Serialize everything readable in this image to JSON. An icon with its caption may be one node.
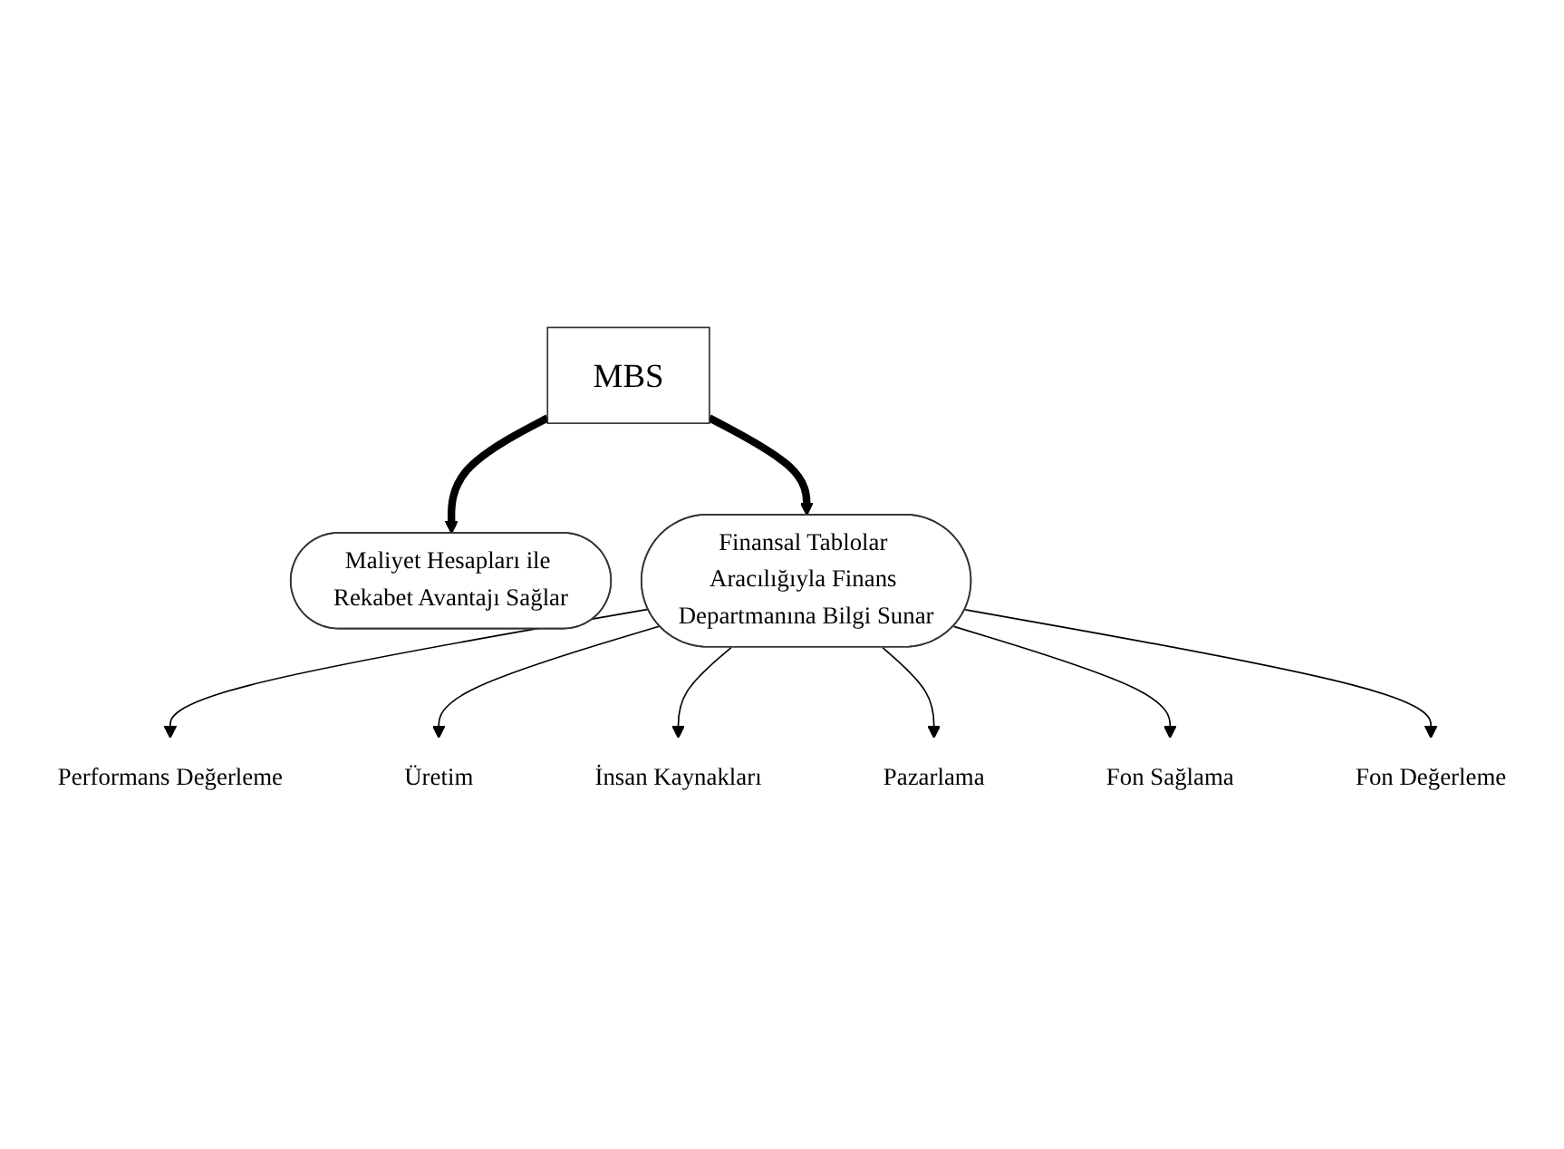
{
  "diagram": {
    "nodes": [
      {
        "text": [
          "MBS"
        ]
      },
      {
        "text": [
          "Maliyet Hesapları ile Rekabet Avantajı Sağlar"
        ]
      },
      {
        "text": [
          "Finansal Tablolar Aracılığıyla Finans Departmanına Bilgi Sunar"
        ]
      },
      {
        "text": [
          "Performans Değerleme"
        ]
      },
      {
        "text": [
          "Üretim"
        ]
      },
      {
        "text": [
          "İnsan Kaynakları"
        ]
      },
      {
        "text": [
          "Pazarlama"
        ]
      },
      {
        "text": [
          "Fon Sağlama"
        ]
      },
      {
        "text": [
          "Fon Değerleme"
        ]
      }
    ],
    "edges": [
      {
        "from": 0,
        "to": 1,
        "arrow": "to",
        "style": "thick"
      },
      {
        "from": 0,
        "to": 2,
        "arrow": "to",
        "style": "thick"
      },
      {
        "from": 2,
        "to": 3,
        "arrow": "to"
      },
      {
        "from": 2,
        "to": 4,
        "arrow": "to"
      },
      {
        "from": 2,
        "to": 5,
        "arrow": "to"
      },
      {
        "from": 2,
        "to": 6,
        "arrow": "to"
      },
      {
        "from": 2,
        "to": 7,
        "arrow": "to"
      },
      {
        "from": 2,
        "to": 8,
        "arrow": "to"
      }
    ]
  }
}
